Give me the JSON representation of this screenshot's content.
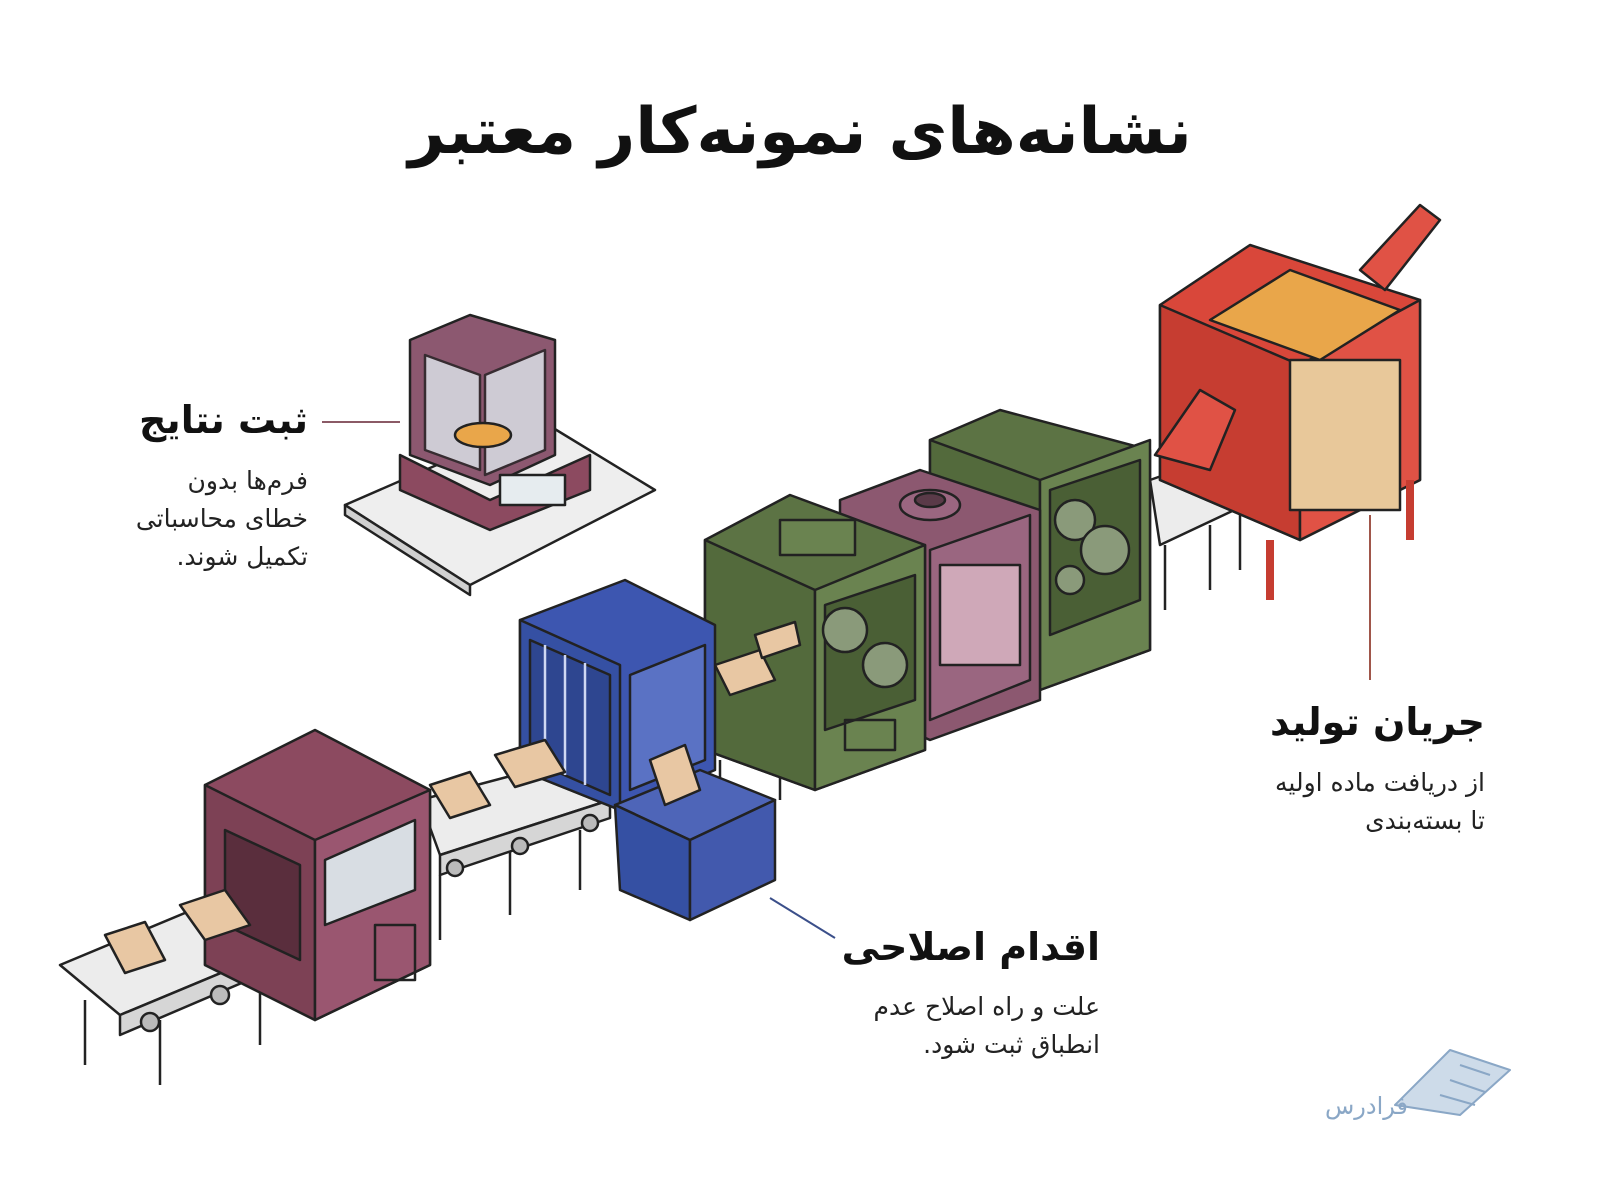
{
  "title": "نشانه‌های نمونه‌کار معتبر",
  "callouts": {
    "results": {
      "heading": "ثبت نتایج",
      "lines": [
        "فرم‌ها بدون",
        "خطای محاسباتی",
        "تکمیل شوند."
      ],
      "color": "#8b5a66"
    },
    "flow": {
      "heading": "جریان تولید",
      "lines": [
        "از دریافت ماده اولیه",
        "تا بسته‌بندی"
      ],
      "color": "#a0564a"
    },
    "corrective": {
      "heading": "اقدام اصلاحی",
      "lines": [
        "علت و راه اصلاح عدم",
        "انطباق ثبت شود."
      ],
      "color": "#3b4f8a"
    }
  },
  "logo": {
    "text": "فرادرس",
    "icon": "book-grid-icon",
    "color": "#8aa7c6"
  },
  "colors": {
    "hopper": "#d9473a",
    "green_machine": "#5c7344",
    "purple_machine": "#8c5870",
    "blue_gate": "#3d56b0",
    "packer": "#8c4a60",
    "conveyor": "#e9e9e9",
    "bag": "#e8c7a3"
  }
}
